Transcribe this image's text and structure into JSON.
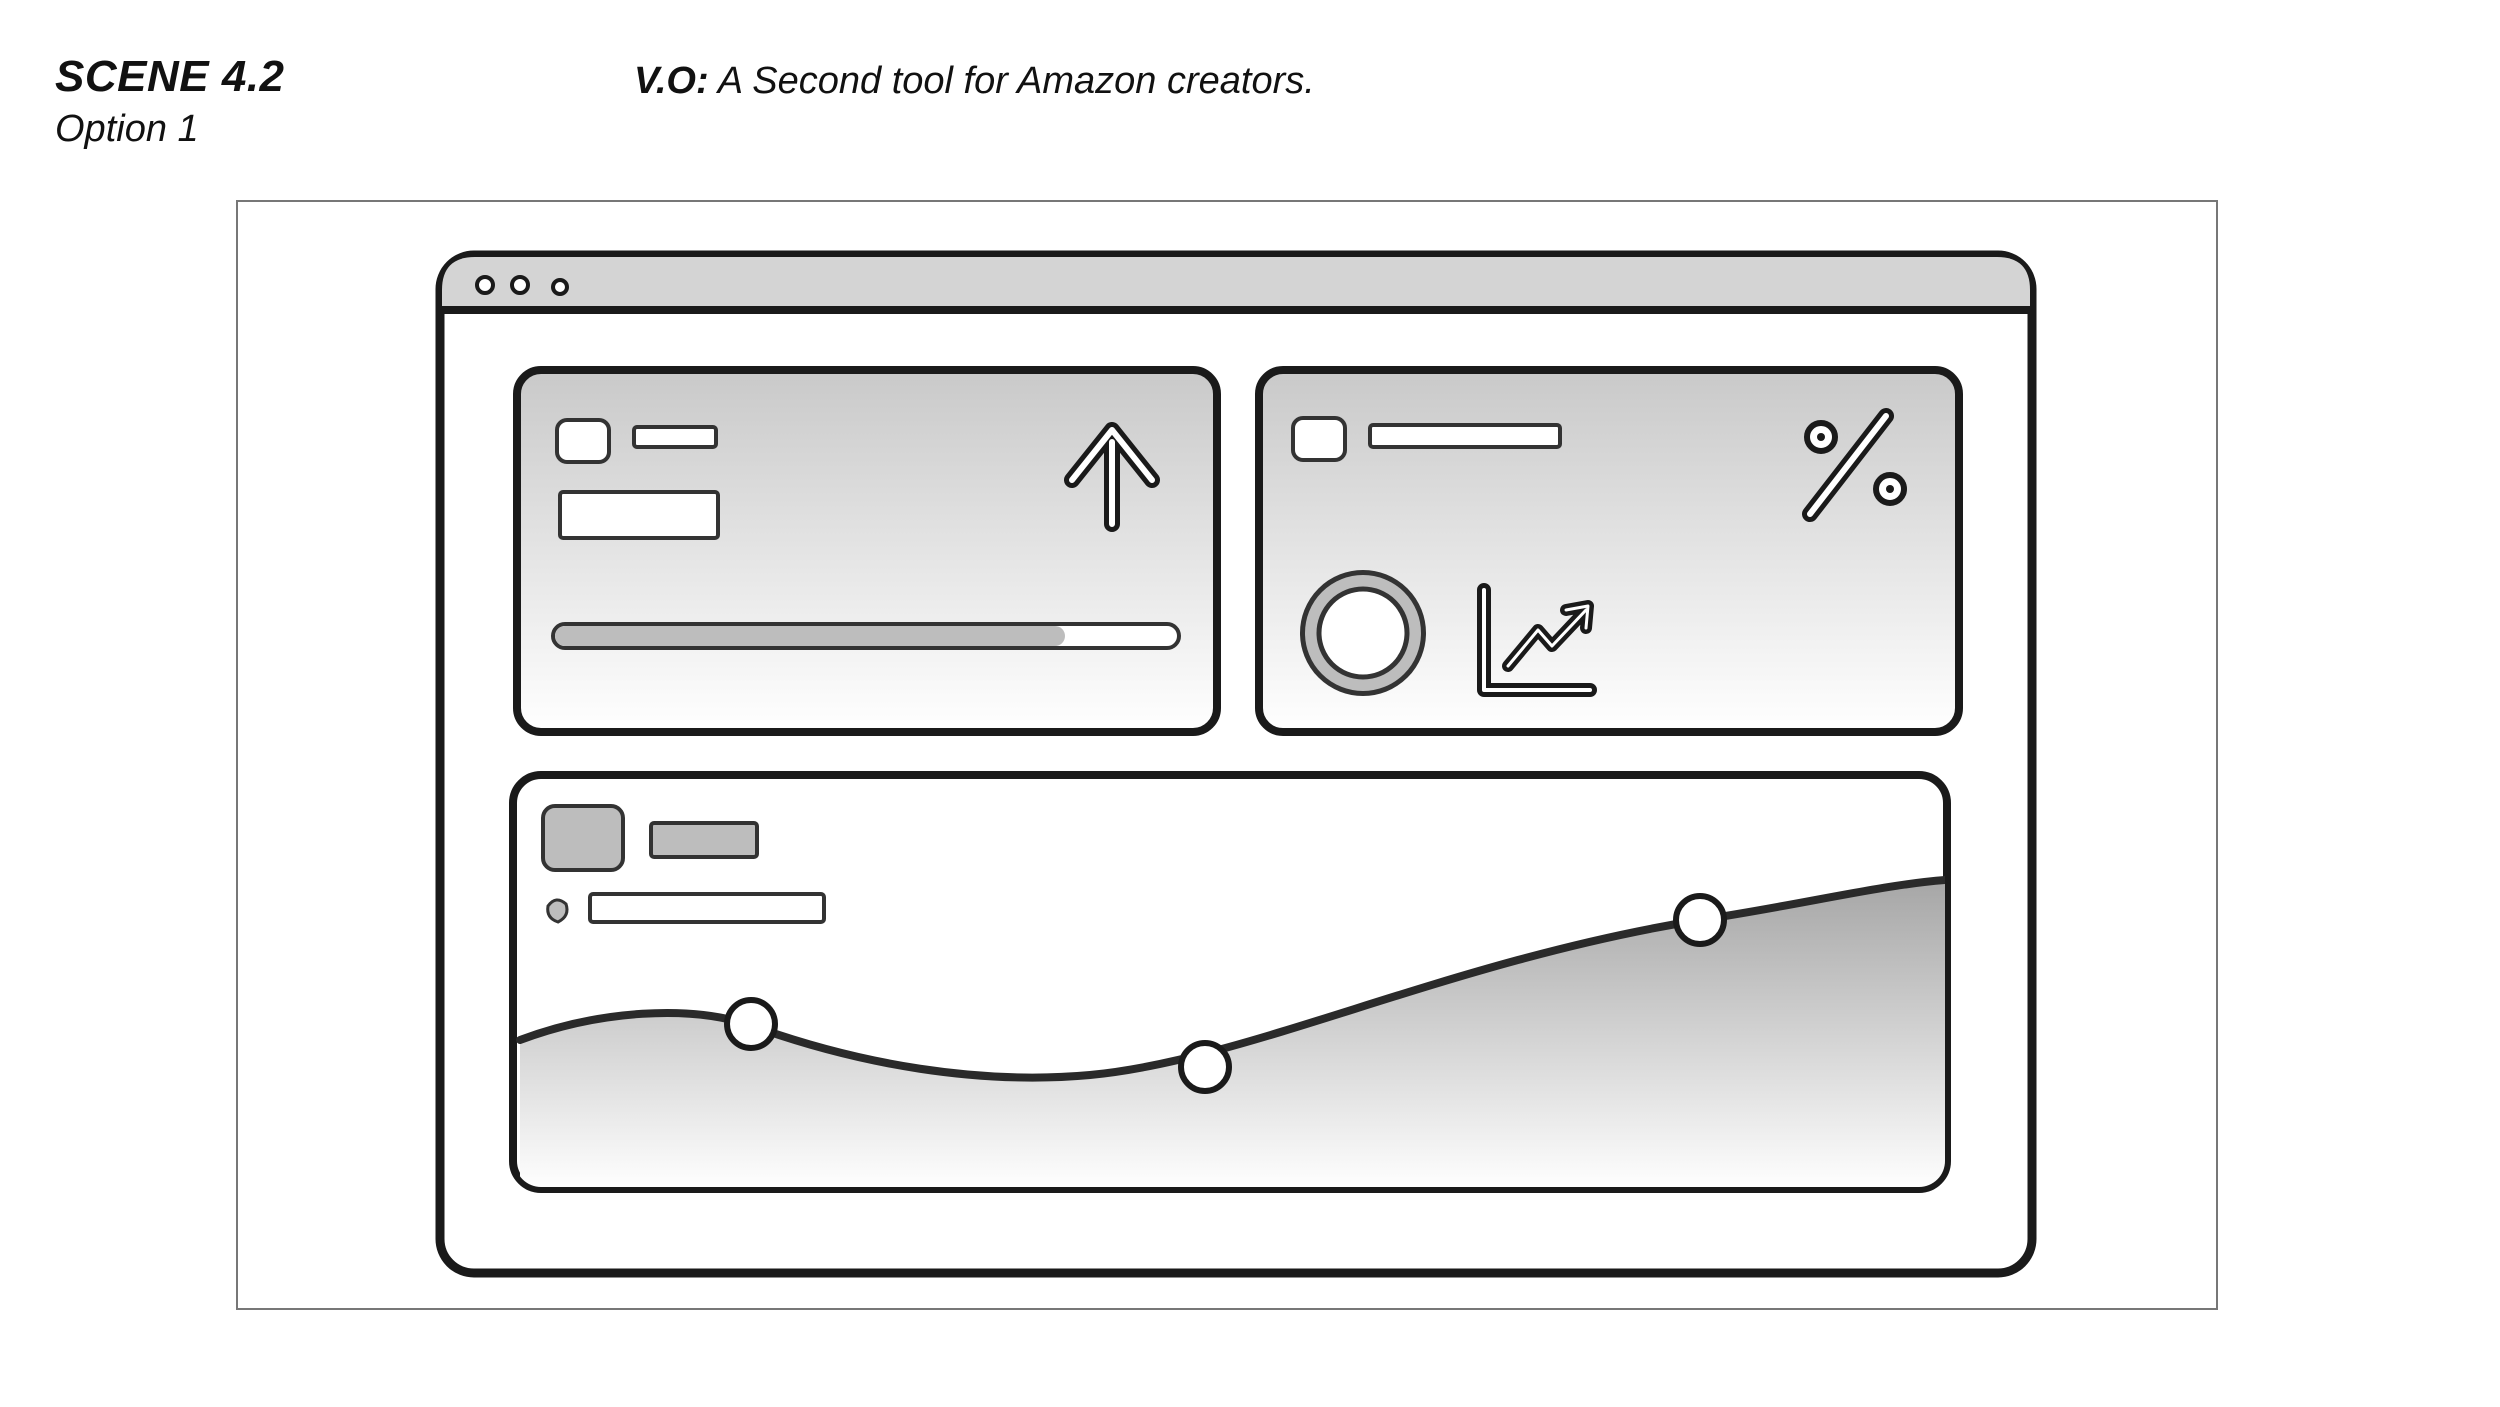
{
  "header": {
    "scene": "SCENE 4.2",
    "option": "Option 1",
    "vo_prefix": "V.O:",
    "vo_text": " A Second tool for Amazon creators."
  },
  "browser": {
    "window_dots": 3
  },
  "cards": {
    "growth": {
      "icon": "arrow-up-icon",
      "progress": 0.82
    },
    "rate": {
      "icon": "percent-icon",
      "icons": [
        "donut-chart-icon",
        "trend-chart-icon"
      ]
    }
  },
  "colors": {
    "outline": "#1a1a1a",
    "panel_fill": "#d4d4d4",
    "area_fill": "#b5b5b5"
  }
}
